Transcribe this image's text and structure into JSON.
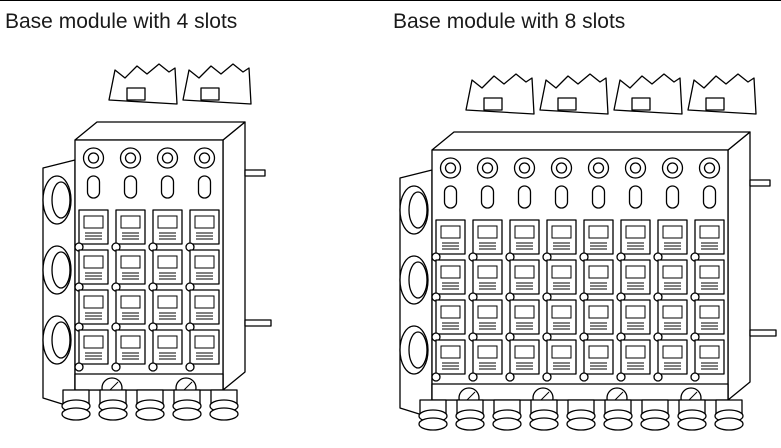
{
  "captions": {
    "left": "Base module with 4 slots",
    "right": "Base module with 8 slots"
  },
  "modules": [
    {
      "id": "base-module-4-slots",
      "slots": 4
    },
    {
      "id": "base-module-8-slots",
      "slots": 8
    }
  ]
}
